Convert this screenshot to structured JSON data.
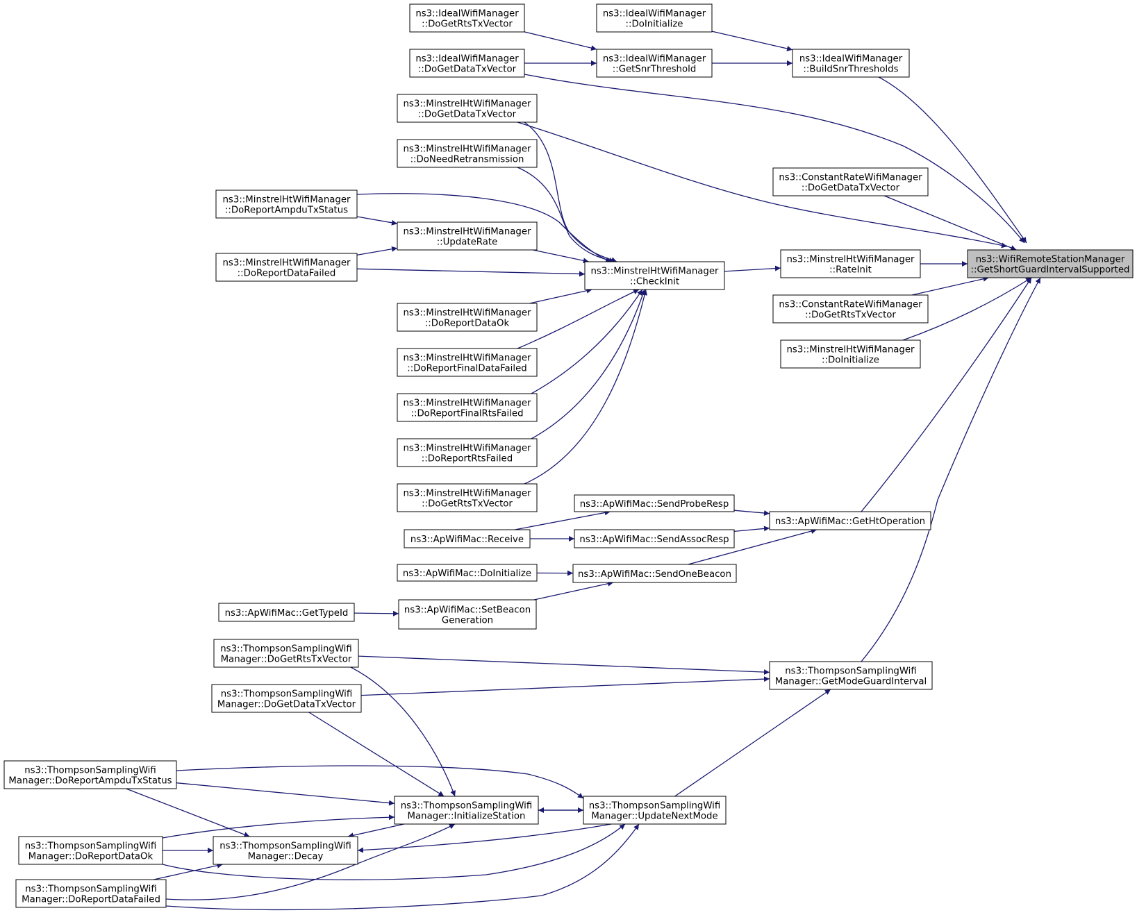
{
  "graph": {
    "nodes": [
      {
        "id": "gsgis",
        "lines": [
          "ns3::WifiRemoteStationManager",
          "::GetShortGuardIntervalSupported"
        ],
        "focus": true
      },
      {
        "id": "iw_bst",
        "lines": [
          "ns3::IdealWifiManager",
          "::BuildSnrThresholds"
        ]
      },
      {
        "id": "iw_dgrts",
        "lines": [
          "ns3::IdealWifiManager",
          "::DoGetRtsTxVector"
        ]
      },
      {
        "id": "iw_dinit",
        "lines": [
          "ns3::IdealWifiManager",
          "::DoInitialize"
        ]
      },
      {
        "id": "iw_gst",
        "lines": [
          "ns3::IdealWifiManager",
          "::GetSnrThreshold"
        ]
      },
      {
        "id": "iw_dgdata",
        "lines": [
          "ns3::IdealWifiManager",
          "::DoGetDataTxVector"
        ]
      },
      {
        "id": "mh_dgdata",
        "lines": [
          "ns3::MinstrelHtWifiManager",
          "::DoGetDataTxVector"
        ]
      },
      {
        "id": "mh_dnr",
        "lines": [
          "ns3::MinstrelHtWifiManager",
          "::DoNeedRetransmission"
        ]
      },
      {
        "id": "mh_drampdu",
        "lines": [
          "ns3::MinstrelHtWifiManager",
          "::DoReportAmpduTxStatus"
        ]
      },
      {
        "id": "mh_ur",
        "lines": [
          "ns3::MinstrelHtWifiManager",
          "::UpdateRate"
        ]
      },
      {
        "id": "mh_drdf",
        "lines": [
          "ns3::MinstrelHtWifiManager",
          "::DoReportDataFailed"
        ]
      },
      {
        "id": "mh_ci",
        "lines": [
          "ns3::MinstrelHtWifiManager",
          "::CheckInit"
        ]
      },
      {
        "id": "mh_drdok",
        "lines": [
          "ns3::MinstrelHtWifiManager",
          "::DoReportDataOk"
        ]
      },
      {
        "id": "mh_drfdf",
        "lines": [
          "ns3::MinstrelHtWifiManager",
          "::DoReportFinalDataFailed"
        ]
      },
      {
        "id": "mh_drfrf",
        "lines": [
          "ns3::MinstrelHtWifiManager",
          "::DoReportFinalRtsFailed"
        ]
      },
      {
        "id": "mh_drrf",
        "lines": [
          "ns3::MinstrelHtWifiManager",
          "::DoReportRtsFailed"
        ]
      },
      {
        "id": "mh_dgrts",
        "lines": [
          "ns3::MinstrelHtWifiManager",
          "::DoGetRtsTxVector"
        ]
      },
      {
        "id": "cr_dgdata",
        "lines": [
          "ns3::ConstantRateWifiManager",
          "::DoGetDataTxVector"
        ]
      },
      {
        "id": "mh_ri",
        "lines": [
          "ns3::MinstrelHtWifiManager",
          "::RateInit"
        ]
      },
      {
        "id": "cr_dgrts",
        "lines": [
          "ns3::ConstantRateWifiManager",
          "::DoGetRtsTxVector"
        ]
      },
      {
        "id": "mh_dinit",
        "lines": [
          "ns3::MinstrelHtWifiManager",
          "::DoInitialize"
        ]
      },
      {
        "id": "ap_spr",
        "lines": [
          "ns3::ApWifiMac::SendProbeResp"
        ]
      },
      {
        "id": "ap_gho",
        "lines": [
          "ns3::ApWifiMac::GetHtOperation"
        ]
      },
      {
        "id": "ap_recv",
        "lines": [
          "ns3::ApWifiMac::Receive"
        ]
      },
      {
        "id": "ap_sar",
        "lines": [
          "ns3::ApWifiMac::SendAssocResp"
        ]
      },
      {
        "id": "ap_dinit",
        "lines": [
          "ns3::ApWifiMac::DoInitialize"
        ]
      },
      {
        "id": "ap_sob",
        "lines": [
          "ns3::ApWifiMac::SendOneBeacon"
        ]
      },
      {
        "id": "ap_gti",
        "lines": [
          "ns3::ApWifiMac::GetTypeId"
        ]
      },
      {
        "id": "ap_sbg",
        "lines": [
          "ns3::ApWifiMac::SetBeacon",
          "Generation"
        ]
      },
      {
        "id": "ts_dgrts",
        "lines": [
          "ns3::ThompsonSamplingWifi",
          "Manager::DoGetRtsTxVector"
        ]
      },
      {
        "id": "ts_gmgi",
        "lines": [
          "ns3::ThompsonSamplingWifi",
          "Manager::GetModeGuardInterval"
        ]
      },
      {
        "id": "ts_dgdata",
        "lines": [
          "ns3::ThompsonSamplingWifi",
          "Manager::DoGetDataTxVector"
        ]
      },
      {
        "id": "ts_drampdu",
        "lines": [
          "ns3::ThompsonSamplingWifi",
          "Manager::DoReportAmpduTxStatus"
        ]
      },
      {
        "id": "ts_is",
        "lines": [
          "ns3::ThompsonSamplingWifi",
          "Manager::InitializeStation"
        ]
      },
      {
        "id": "ts_unm",
        "lines": [
          "ns3::ThompsonSamplingWifi",
          "Manager::UpdateNextMode"
        ]
      },
      {
        "id": "ts_drdok",
        "lines": [
          "ns3::ThompsonSamplingWifi",
          "Manager::DoReportDataOk"
        ]
      },
      {
        "id": "ts_decay",
        "lines": [
          "ns3::ThompsonSamplingWifi",
          "Manager::Decay"
        ]
      },
      {
        "id": "ts_drdf",
        "lines": [
          "ns3::ThompsonSamplingWifi",
          "Manager::DoReportDataFailed"
        ]
      }
    ],
    "edges": [
      [
        "iw_bst",
        "gsgis"
      ],
      [
        "iw_dgrts",
        "iw_gst"
      ],
      [
        "iw_dinit",
        "iw_bst"
      ],
      [
        "iw_gst",
        "iw_bst"
      ],
      [
        "iw_dgdata",
        "iw_gst"
      ],
      [
        "iw_dgdata",
        "gsgis"
      ],
      [
        "mh_dgdata",
        "gsgis"
      ],
      [
        "mh_dgdata",
        "mh_ci"
      ],
      [
        "mh_dnr",
        "mh_ci"
      ],
      [
        "mh_drampdu",
        "mh_ci"
      ],
      [
        "mh_drampdu",
        "mh_ur"
      ],
      [
        "mh_ur",
        "mh_ci"
      ],
      [
        "mh_drdf",
        "mh_ur"
      ],
      [
        "mh_drdf",
        "mh_ci"
      ],
      [
        "mh_drdok",
        "mh_ci"
      ],
      [
        "mh_drfdf",
        "mh_ci"
      ],
      [
        "mh_drfrf",
        "mh_ci"
      ],
      [
        "mh_drrf",
        "mh_ci"
      ],
      [
        "mh_dgrts",
        "mh_ci"
      ],
      [
        "mh_ci",
        "mh_ri"
      ],
      [
        "mh_ri",
        "gsgis"
      ],
      [
        "cr_dgdata",
        "gsgis"
      ],
      [
        "cr_dgrts",
        "gsgis"
      ],
      [
        "mh_dinit",
        "gsgis"
      ],
      [
        "ap_gho",
        "gsgis"
      ],
      [
        "ap_spr",
        "ap_gho"
      ],
      [
        "ap_sar",
        "ap_gho"
      ],
      [
        "ap_sob",
        "ap_gho"
      ],
      [
        "ap_recv",
        "ap_spr"
      ],
      [
        "ap_recv",
        "ap_sar"
      ],
      [
        "ap_dinit",
        "ap_sob"
      ],
      [
        "ap_sbg",
        "ap_sob"
      ],
      [
        "ap_gti",
        "ap_sbg"
      ],
      [
        "ts_gmgi",
        "gsgis"
      ],
      [
        "ts_dgrts",
        "ts_gmgi"
      ],
      [
        "ts_dgdata",
        "ts_gmgi"
      ],
      [
        "ts_unm",
        "ts_gmgi"
      ],
      [
        "ts_dgrts",
        "ts_is"
      ],
      [
        "ts_dgdata",
        "ts_is"
      ],
      [
        "ts_drampdu",
        "ts_is"
      ],
      [
        "ts_drampdu",
        "ts_unm"
      ],
      [
        "ts_drampdu",
        "ts_decay"
      ],
      [
        "ts_unm",
        "ts_is"
      ],
      [
        "ts_is",
        "ts_unm"
      ],
      [
        "ts_is",
        "ts_decay"
      ],
      [
        "ts_unm",
        "ts_decay"
      ],
      [
        "ts_drdok",
        "ts_is"
      ],
      [
        "ts_drdok",
        "ts_decay"
      ],
      [
        "ts_drdok",
        "ts_unm"
      ],
      [
        "ts_drdf",
        "ts_decay"
      ],
      [
        "ts_drdf",
        "ts_is"
      ],
      [
        "ts_drdf",
        "ts_unm"
      ]
    ]
  }
}
